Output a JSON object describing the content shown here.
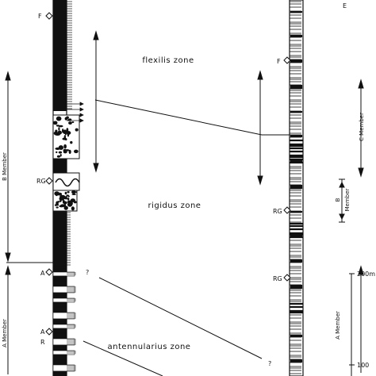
{
  "zones": {
    "flexilis": "flexilis zone",
    "rigidus": "rigidus zone",
    "antennularius": "antennularius zone"
  },
  "left_column": {
    "member_b": "B Member",
    "member_a": "A Member",
    "markers": {
      "f": "F",
      "rg": "RG",
      "a1": "A",
      "a2": "A",
      "r": "R"
    },
    "question": "?"
  },
  "right_column": {
    "member_c": "C Member",
    "member_b": "B",
    "member_b_word": "Member",
    "member_a": "A Member",
    "markers": {
      "f": "F",
      "rg1": "RG",
      "rg2": "RG"
    },
    "question": "?"
  },
  "top_right_label": "E",
  "scale": {
    "label_200": "200m",
    "label_100": "100"
  },
  "colors": {
    "ink": "#111111",
    "paper": "#ffffff",
    "gray": "#888888"
  }
}
